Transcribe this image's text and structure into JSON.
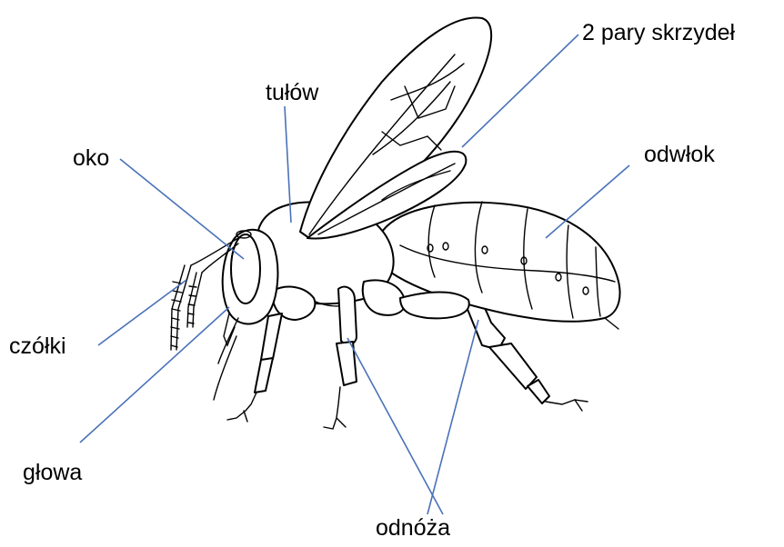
{
  "labels": {
    "eye": "oko",
    "thorax": "tułów",
    "wings": "2 pary skrzydeł",
    "abdomen": "odwłok",
    "antennae": "czółki",
    "head": "głowa",
    "legs": "odnóża"
  },
  "colors": {
    "leader_line": "#4a72b8",
    "outline": "#000000",
    "background": "#ffffff"
  }
}
